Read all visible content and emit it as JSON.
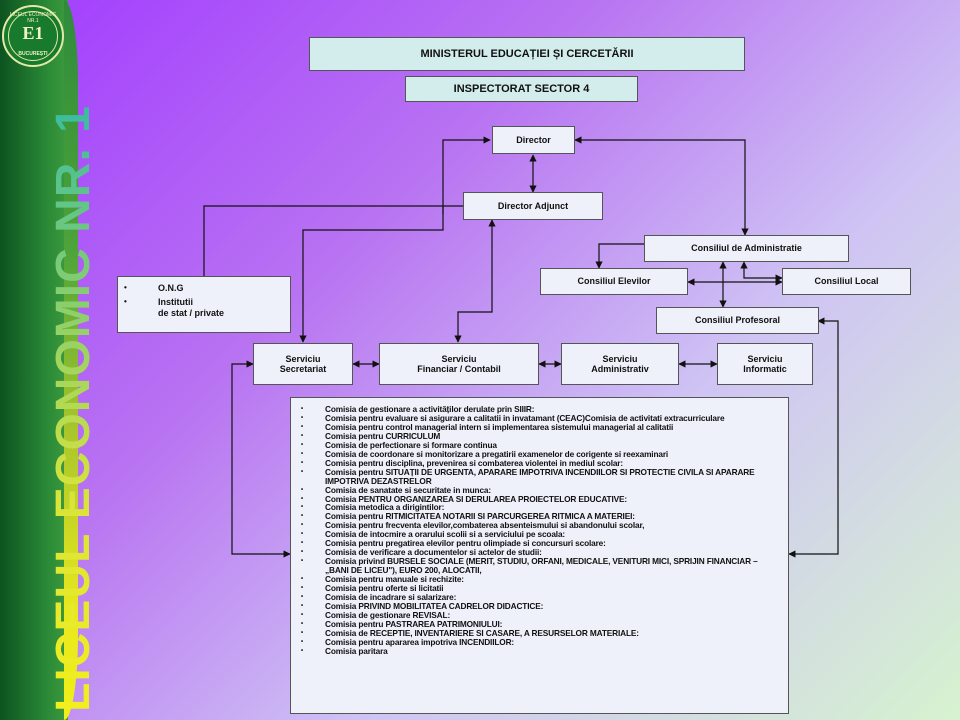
{
  "sidebar": {
    "title": "LICEUL ECONOMIC NR. 1",
    "logo": {
      "mark": "E1",
      "top_text": "LICEUL ECONOMIC NR.1",
      "bottom_text": "BUCUREȘTI",
      "colors": {
        "fill": "#177a2c",
        "ring": "#e3e9a6"
      }
    }
  },
  "chart": {
    "ministry": "MINISTERUL EDUCAȚIEI ȘI CERCETĂRII",
    "inspectorate": "INSPECTORAT SECTOR 4",
    "director": "Director",
    "deputy_director": "Director Adjunct",
    "admin_council": "Consiliul de Administratie",
    "student_council": "Consiliul  Elevilor",
    "local_council": "Consiliul Local",
    "teachers_council": "Consiliul Profesoral",
    "external": [
      {
        "bullet": "•",
        "text": "O.N.G"
      },
      {
        "bullet": "•",
        "text": "Institutii\nde stat / private"
      }
    ],
    "services": [
      {
        "text": "Serviciu\nSecretariat"
      },
      {
        "text": "Serviciu\nFinanciar / Contabil"
      },
      {
        "text": "Serviciu\nAdministrativ"
      },
      {
        "text": "Serviciu\nInformatic"
      }
    ],
    "commissions": [
      "Comisia  de gestionare a activităților derulate prin SIIIR:",
      "Comisia  pentru evaluare si asigurare a calitatii  in invatamant  (CEAC)Comisia de activitati extracurriculare",
      "Comisia  pentru control managerial intern si implementarea sistemului managerial al calitatii",
      "Comisia  pentru CURRICULUM",
      "Comisia  de perfectionare si formare continua",
      "Comisia  de coordonare si monitorizare a pregatirii examenelor de corigente si reexaminari",
      "Comisia  pentru disciplina, prevenirea si combaterea violentei in mediul scolar:",
      "Comisia  pentru SITUAȚII DE URGENTA, APARARE IMPOTRIVA INCENDIILOR SI PROTECTIE CIVILA SI APARARE IMPOTRIVA DEZASTRELOR",
      "Comisia  de sanatate si securitate in munca:",
      "Comisia  PENTRU ORGANIZAREA  SI DERULAREA PROIECTELOR EDUCATIVE:",
      "Comisia  metodica a dirigintilor:",
      "Comisia  pentru RITMICITATEA NOTARII SI PARCURGEREA RITMICA A MATERIEI:",
      "Comisia  pentru frecventa elevilor,combaterea absenteismului si abandonului scolar,",
      "Comisia  de intocmire a orarului scolii si a serviciului pe scoala:",
      "Comisia  pentru pregatirea elevilor pentru olimpiade si concursuri scolare:",
      "Comisia  de verificare a documentelor si actelor de studii:",
      "Comisia  privind BURSELE SOCIALE  (MERIT, STUDIU, ORFANI, MEDICALE, VENITURI MICI, SPRIJIN FINANCIAR – „BANI DE LICEU\"), EURO 200, ALOCATII,",
      "Comisia  pentru manuale si rechizite:",
      "Comisia  pentru oferte si licitatii",
      "Comisia  de incadrare si salarizare:",
      "Comisia  PRIVIND MOBILITATEA CADRELOR DIDACTICE:",
      "Comisia  de gestionare REVISAL:",
      "Comisia  pentru PASTRAREA PATRIMONIULUI:",
      "Comisia  de RECEPTIE, INVENTARIERE  SI CASARE, A RESURSELOR MATERIALE:",
      "Comisia  pentru apararea impotriva INCENDIILOR:",
      "Comisia  paritara"
    ],
    "colors": {
      "box_fill": "#eef1fa",
      "ministry_fill": "#d3ecec",
      "line": "#111111"
    }
  }
}
